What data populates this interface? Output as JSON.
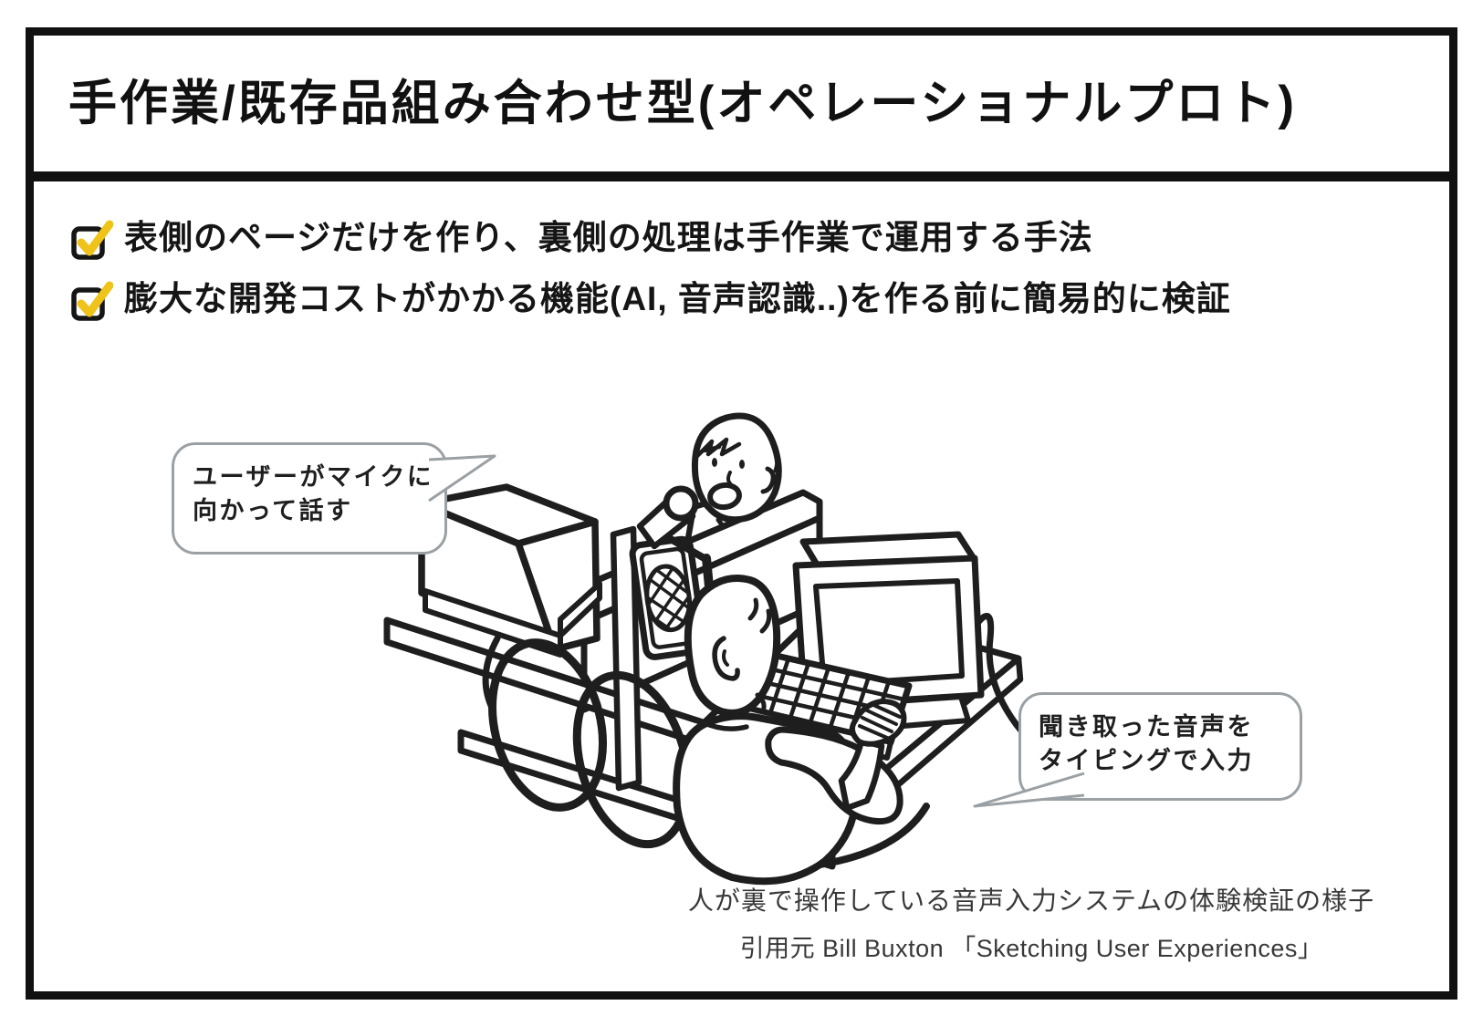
{
  "slide": {
    "title": "手作業/既存品組み合わせ型(オペレーショナルプロト)",
    "bullets": [
      {
        "text": "表側のページだけを作り、裏側の処理は手作業で運用する手法"
      },
      {
        "text": "膨大な開発コストがかかる機能(AI, 音声認識..)を作る前に簡易的に検証"
      }
    ],
    "bubbles": {
      "user": {
        "line1": "ユーザーがマイクに",
        "line2": "向かって話す"
      },
      "operator": {
        "line1": "聞き取った音声を",
        "line2": "タイピングで入力"
      }
    },
    "caption": {
      "line1": "人が裏で操作している音声入力システムの体験検証の様子",
      "line2": "引用元 Bill Buxton 「Sketching User Experiences」"
    },
    "icons": {
      "bullet_icon": "checked-checkbox-icon"
    },
    "colors": {
      "ink": "#1e1e1e",
      "check_yellow": "#EFC319",
      "bubble_border": "#9aa0a4",
      "caption_text": "#383838"
    }
  }
}
